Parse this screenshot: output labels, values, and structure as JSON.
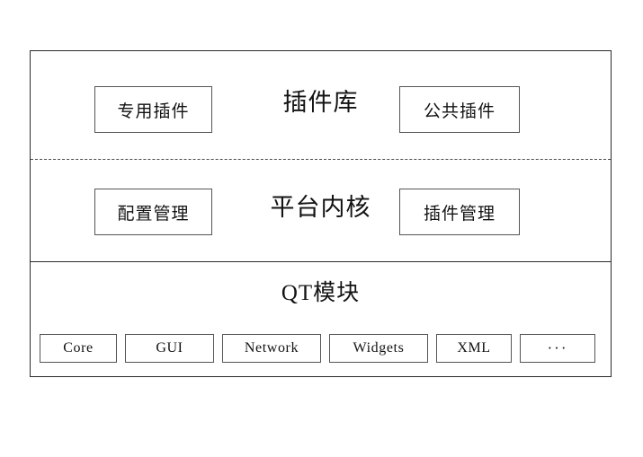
{
  "diagram": {
    "name": "software-platform-architecture",
    "layers": [
      {
        "id": "plugin-library",
        "title": "插件库",
        "boxes": [
          {
            "id": "dedicated-plugin",
            "label": "专用插件",
            "position": "left"
          },
          {
            "id": "common-plugin",
            "label": "公共插件",
            "position": "right"
          }
        ]
      },
      {
        "id": "platform-kernel",
        "title": "平台内核",
        "boxes": [
          {
            "id": "configuration-management",
            "label": "配置管理",
            "position": "left"
          },
          {
            "id": "plugin-management",
            "label": "插件管理",
            "position": "right"
          }
        ]
      },
      {
        "id": "qt-modules",
        "title": "QT模块",
        "modules": [
          {
            "id": "core",
            "label": "Core"
          },
          {
            "id": "gui",
            "label": "GUI"
          },
          {
            "id": "network",
            "label": "Network"
          },
          {
            "id": "widgets",
            "label": "Widgets"
          },
          {
            "id": "xml",
            "label": "XML"
          },
          {
            "id": "more",
            "label": "···"
          }
        ]
      }
    ],
    "colors": {
      "frame_border": "#2b2b2b",
      "box_border": "#555555",
      "text": "#131313",
      "background": "#ffffff"
    }
  }
}
